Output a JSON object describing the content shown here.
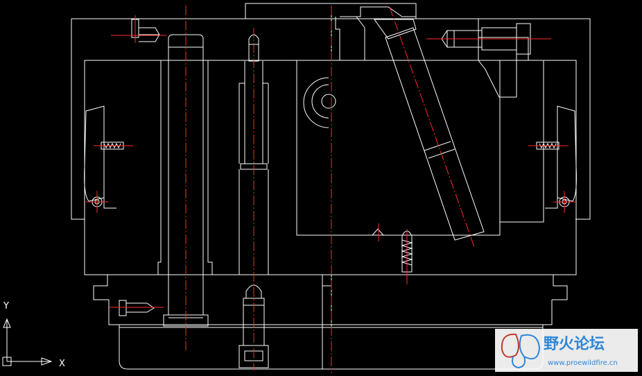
{
  "ucs": {
    "x_label": "X",
    "y_label": "Y"
  },
  "watermark": {
    "title": "野火论坛",
    "url": "www.proewildfire.cn"
  },
  "colors": {
    "background": "#000000",
    "geometry": "#ffffff",
    "centerline": "#ff2a2a",
    "watermark": "#2e86d8"
  }
}
